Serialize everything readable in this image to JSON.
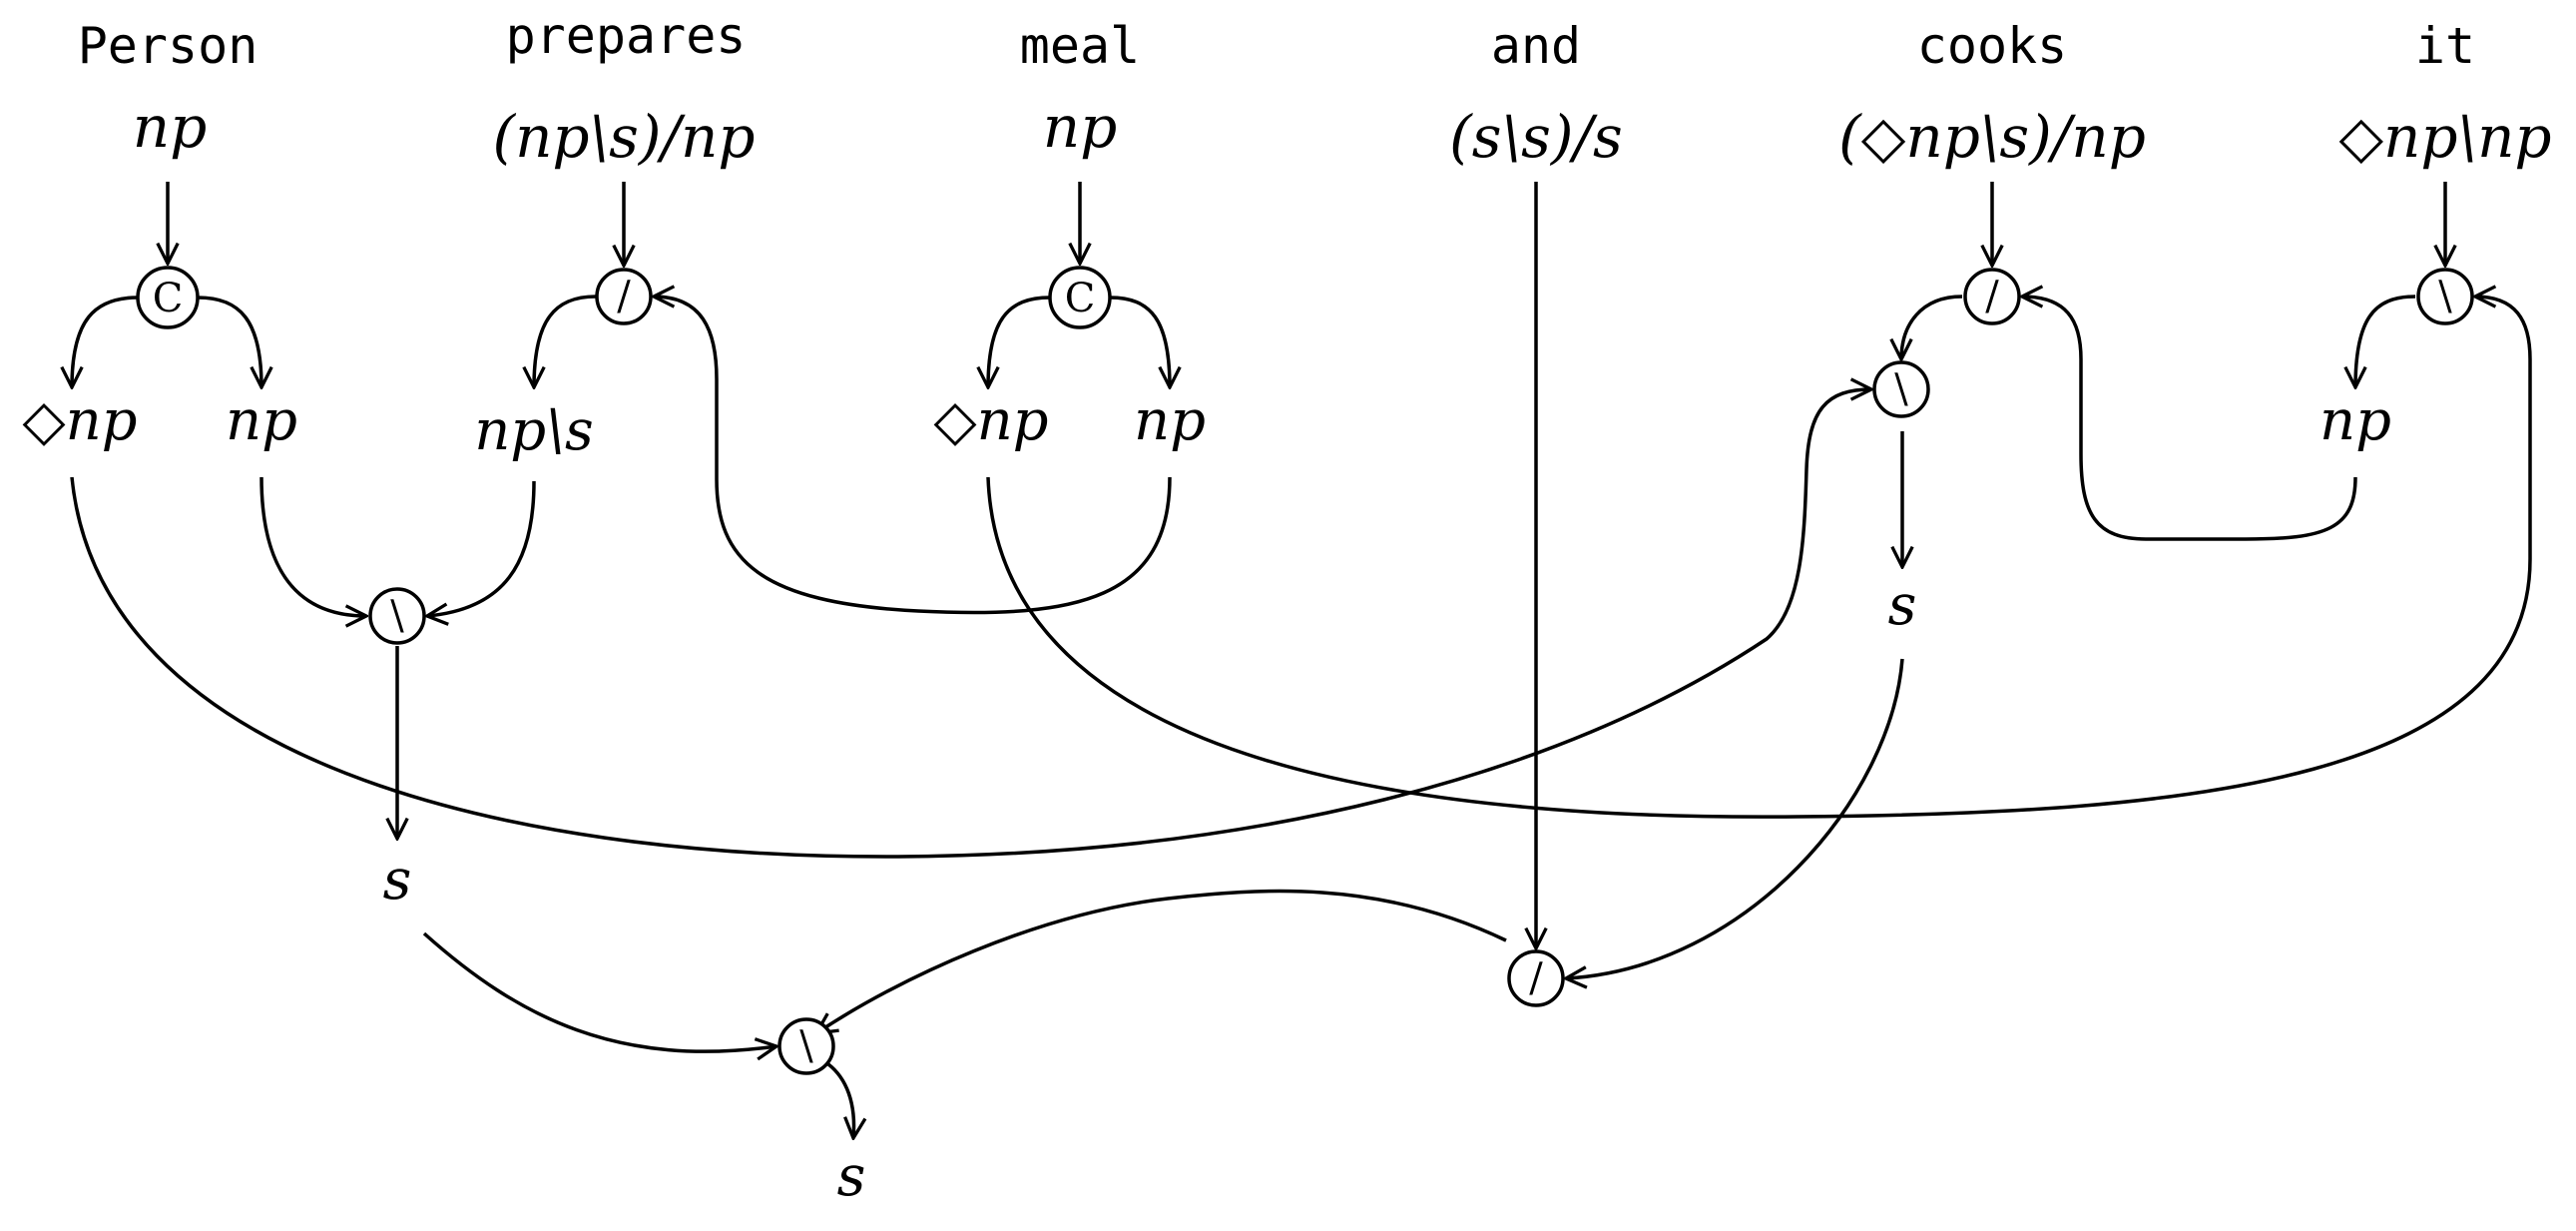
{
  "words": [
    {
      "id": "person",
      "text": "Person"
    },
    {
      "id": "prepares",
      "text": "prepares"
    },
    {
      "id": "meal",
      "text": "meal"
    },
    {
      "id": "and",
      "text": "and"
    },
    {
      "id": "cooks",
      "text": "cooks"
    },
    {
      "id": "it",
      "text": "it"
    }
  ],
  "types": {
    "person": "np",
    "prepares": "(np\\s)/np",
    "meal": "np",
    "and": "(s\\s)/s",
    "cooks": "(◇np\\s)/np",
    "it": "◇np\\np"
  },
  "nodes": [
    {
      "id": "c1",
      "symbol": "C"
    },
    {
      "id": "prep_slash",
      "symbol": "/"
    },
    {
      "id": "c2",
      "symbol": "C"
    },
    {
      "id": "cooks_slash",
      "symbol": "/"
    },
    {
      "id": "it_bslash",
      "symbol": "\\"
    },
    {
      "id": "cooks_bslash",
      "symbol": "\\"
    },
    {
      "id": "subj_bslash",
      "symbol": "\\"
    },
    {
      "id": "and_slash",
      "symbol": "/"
    },
    {
      "id": "final_bslash",
      "symbol": "\\"
    }
  ],
  "labels": {
    "person_dnp": "◇np",
    "person_np": "np",
    "prep_np_s": "np\\s",
    "meal_dnp": "◇np",
    "meal_np": "np",
    "it_np": "np",
    "cooks_s": "s",
    "left_s": "s",
    "final_s": "s"
  },
  "colors": {
    "ink": "#000000",
    "background": "#ffffff"
  }
}
